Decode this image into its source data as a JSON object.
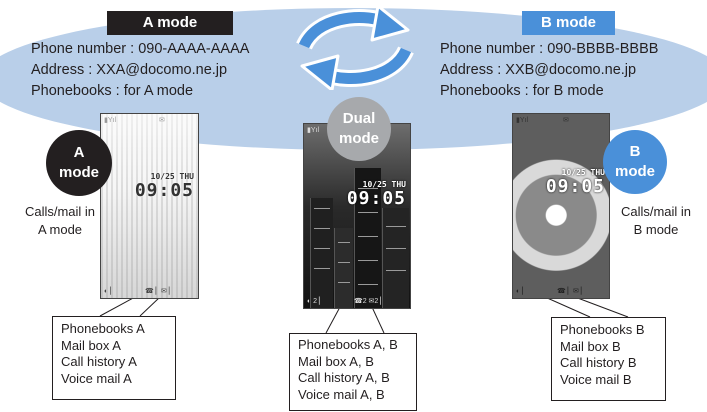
{
  "a_mode": {
    "tag": "A mode",
    "info": [
      "Phone number : 090-AAAA-AAAA",
      "Address : XXA@docomo.ne.jp",
      "Phonebooks : for A mode"
    ],
    "circle": [
      "A",
      "mode"
    ],
    "side_text": [
      "Calls/mail in",
      "A mode"
    ],
    "box": [
      "Phonebooks A",
      "Mail box A",
      "Call history A",
      "Voice mail A"
    ],
    "screen": {
      "date": "10/25 THU",
      "time": "09:05"
    }
  },
  "dual_mode": {
    "circle": [
      "Dual",
      "mode"
    ],
    "box": [
      "Phonebooks A, B",
      "Mail box A, B",
      "Call history A, B",
      "Voice mail A, B"
    ],
    "screen": {
      "date": "10/25 THU",
      "time": "09:05"
    }
  },
  "b_mode": {
    "tag": "B mode",
    "info": [
      "Phone number : 090-BBBB-BBBB",
      "Address : XXB@docomo.ne.jp",
      "Phonebooks : for B mode"
    ],
    "circle": [
      "B",
      "mode"
    ],
    "side_text": [
      "Calls/mail in",
      "B mode"
    ],
    "box": [
      "Phonebooks B",
      "Mail box B",
      "Call history B",
      "Voice mail B"
    ],
    "screen": {
      "date": "10/25 THU",
      "time": "09:05"
    }
  },
  "colors": {
    "ellipse": "#b9cfe9",
    "a_mode": "#231f20",
    "b_mode": "#4a90d9",
    "dual": "#a7a9ac",
    "arrows": "#4a90d9"
  },
  "icons": [
    "switch-arrows-icon"
  ]
}
